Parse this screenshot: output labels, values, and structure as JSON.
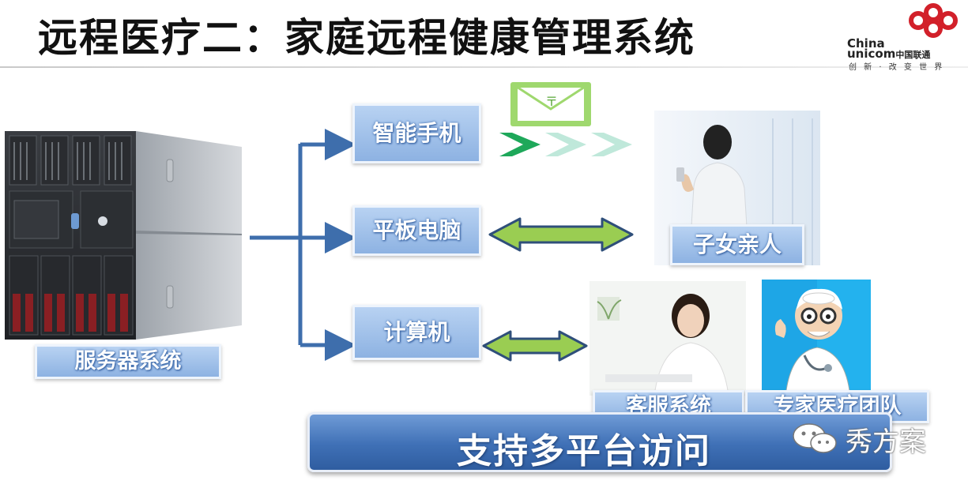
{
  "title": "远程医疗二：家庭远程健康管理系统",
  "logo": {
    "china": "China",
    "unicom": "unicom",
    "cn_name": "中国联通",
    "slogan": "创 新 · 改 变 世 界"
  },
  "nodes": {
    "server": "服务器系统",
    "phone": "智能手机",
    "tablet": "平板电脑",
    "computer": "计算机",
    "family": "子女亲人",
    "service": "客服系统",
    "expert": "专家医疗团队"
  },
  "banner": "支持多平台访问",
  "watermark": "秀方案",
  "colors": {
    "flow_arrow": "#3e6eac",
    "double_arrow_fill": "#9acd52",
    "double_arrow_stroke": "#2f4f7a",
    "chevron_dark": "#1ea85a",
    "chevron_light": "#bfe8da",
    "envelope": "#9fd86e"
  }
}
